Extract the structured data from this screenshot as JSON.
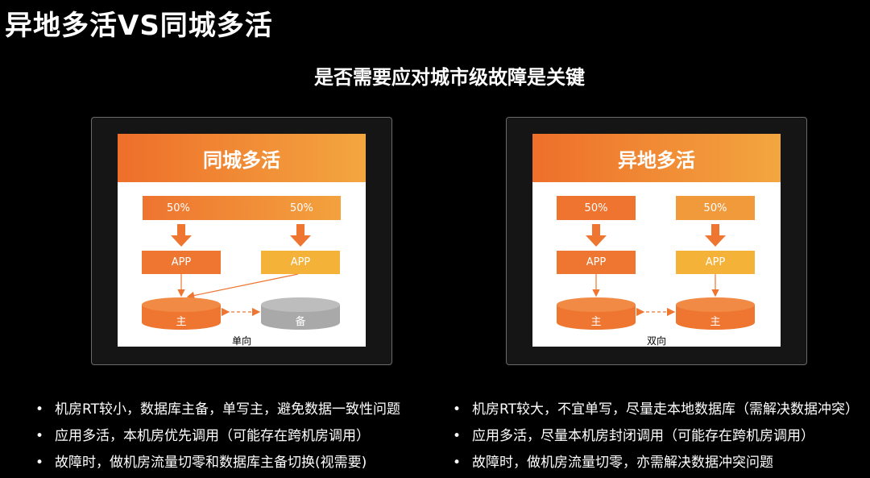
{
  "title": "异地多活VS同城多活",
  "subtitle": "是否需要应对城市级故障是关键",
  "left_panel": {
    "heading": "同城多活",
    "traffic_left": "50%",
    "traffic_right": "50%",
    "app_left": "APP",
    "app_right": "APP",
    "db_primary": "主",
    "db_backup": "备",
    "caption": "单向",
    "colors": {
      "primary": "#ee7630",
      "secondary": "#f4b238",
      "backup": "#a9a9a9"
    }
  },
  "right_panel": {
    "heading": "异地多活",
    "traffic_left": "50%",
    "traffic_right": "50%",
    "app_left": "APP",
    "app_right": "APP",
    "db_left": "主",
    "db_right": "主",
    "caption": "双向",
    "colors": {
      "primary": "#ee7630",
      "secondary": "#f4b238"
    }
  },
  "left_bullets": [
    "机房RT较小，数据库主备，单写主，避免数据一致性问题",
    "应用多活，本机房优先调用（可能存在跨机房调用）",
    "故障时，做机房流量切零和数据库主备切换(视需要)"
  ],
  "right_bullets": [
    "机房RT较大，不宜单写，尽量走本地数据库（需解决数据冲突）",
    "应用多活，尽量本机房封闭调用（可能存在跨机房调用）",
    "故障时，做机房流量切零，亦需解决数据冲突问题"
  ]
}
